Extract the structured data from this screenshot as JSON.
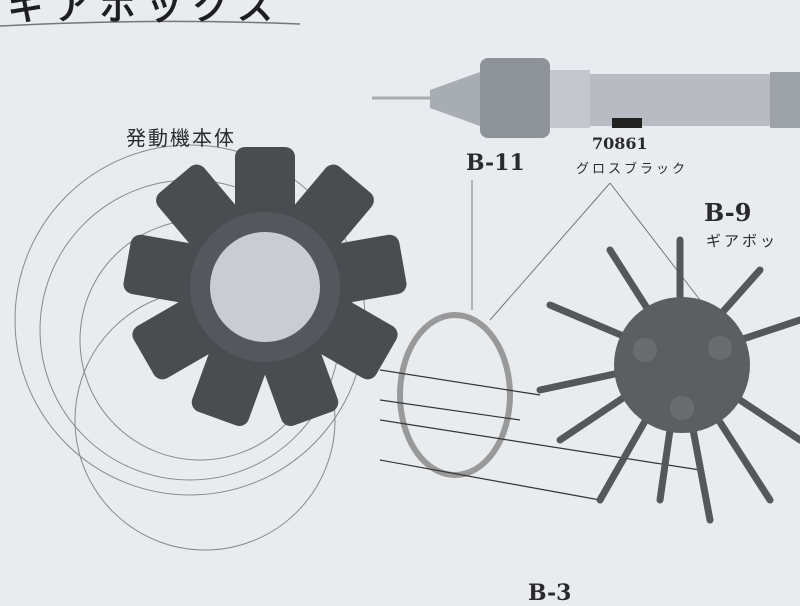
{
  "page": {
    "title_partial": "ギアボックス",
    "engine_label": "発動機本体",
    "part_b11": "B-11",
    "paint_code": "70861",
    "paint_name": "グロスブラック",
    "part_b9": "B-9",
    "gearbox_label_partial": "ギアボッ",
    "part_b3_partial": "B-3"
  },
  "colors": {
    "paper": "#e9ecef",
    "plastic": "#4a4c50",
    "ink": "#2a2a2e",
    "metal": "#b8bcc2"
  }
}
